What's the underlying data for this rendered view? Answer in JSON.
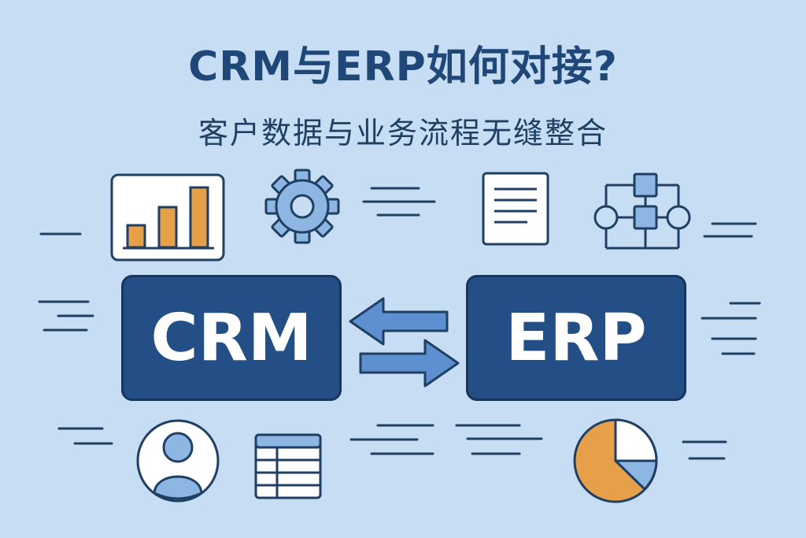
{
  "title": "CRM与ERP如何对接?",
  "subtitle": "客户数据与业务流程无缝整合",
  "systems": {
    "left": "CRM",
    "right": "ERP"
  },
  "icons": [
    "bar-chart-icon",
    "gear-icon",
    "document-icon",
    "flowchart-icon",
    "user-icon",
    "table-icon",
    "pie-chart-icon",
    "sync-arrows-icon"
  ],
  "colors": {
    "background": "#c6ddf3",
    "navy": "#234f86",
    "outline": "#1f3f63",
    "orange": "#e6a04a",
    "light_blue": "#8db6e3"
  }
}
